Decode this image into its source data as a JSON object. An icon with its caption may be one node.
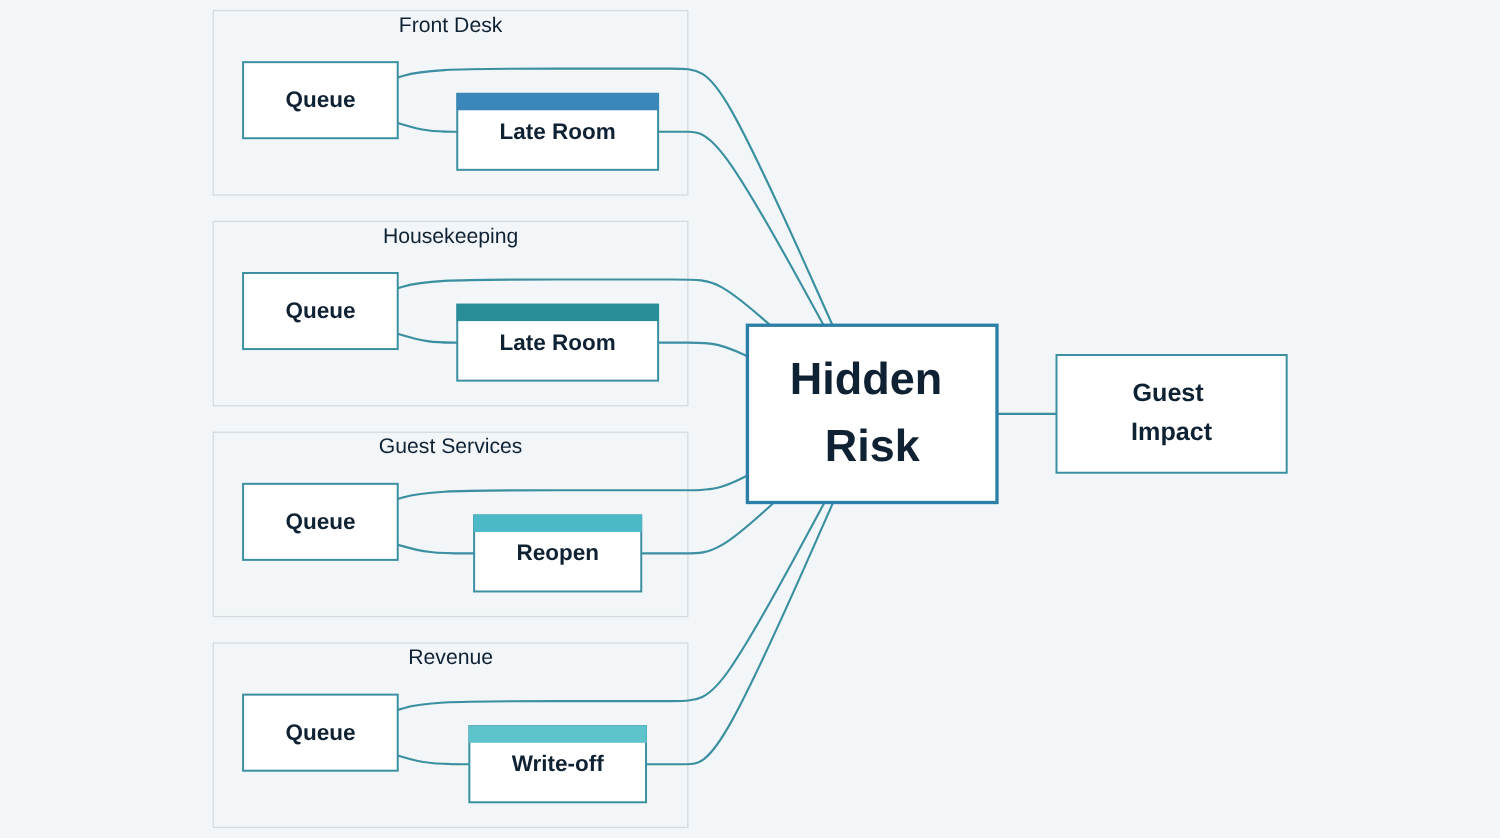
{
  "diagram": {
    "nodes": [
      {
        "text": [
          "Front Desk"
        ]
      },
      {
        "text": [
          "Queue"
        ],
        "in": 0
      },
      {
        "text": [
          "Late Room"
        ],
        "in": 0
      },
      {
        "text": [
          "Housekeeping"
        ]
      },
      {
        "text": [
          "Queue"
        ],
        "in": 3
      },
      {
        "text": [
          "Late Room"
        ],
        "in": 3
      },
      {
        "text": [
          "Guest Services"
        ]
      },
      {
        "text": [
          "Queue"
        ],
        "in": 6
      },
      {
        "text": [
          "Reopen"
        ],
        "in": 6
      },
      {
        "text": [
          "Revenue"
        ]
      },
      {
        "text": [
          "Queue"
        ],
        "in": 9
      },
      {
        "text": [
          "Write-off"
        ],
        "in": 9
      },
      {
        "text": [
          "Hidden Risk"
        ]
      },
      {
        "text": [
          "Guest Impact"
        ]
      }
    ],
    "edges": [
      {
        "from": 1,
        "to": 2,
        "arrow": "none"
      },
      {
        "from": 1,
        "to": 12,
        "arrow": "none"
      },
      {
        "from": 2,
        "to": 12,
        "arrow": "none"
      },
      {
        "from": 4,
        "to": 5,
        "arrow": "none"
      },
      {
        "from": 4,
        "to": 12,
        "arrow": "none"
      },
      {
        "from": 5,
        "to": 12,
        "arrow": "none"
      },
      {
        "from": 7,
        "to": 8,
        "arrow": "none"
      },
      {
        "from": 7,
        "to": 12,
        "arrow": "none"
      },
      {
        "from": 8,
        "to": 12,
        "arrow": "none"
      },
      {
        "from": 10,
        "to": 11,
        "arrow": "none"
      },
      {
        "from": 10,
        "to": 12,
        "arrow": "none"
      },
      {
        "from": 11,
        "to": 12,
        "arrow": "none"
      },
      {
        "from": 12,
        "to": 13,
        "arrow": "none"
      }
    ]
  }
}
